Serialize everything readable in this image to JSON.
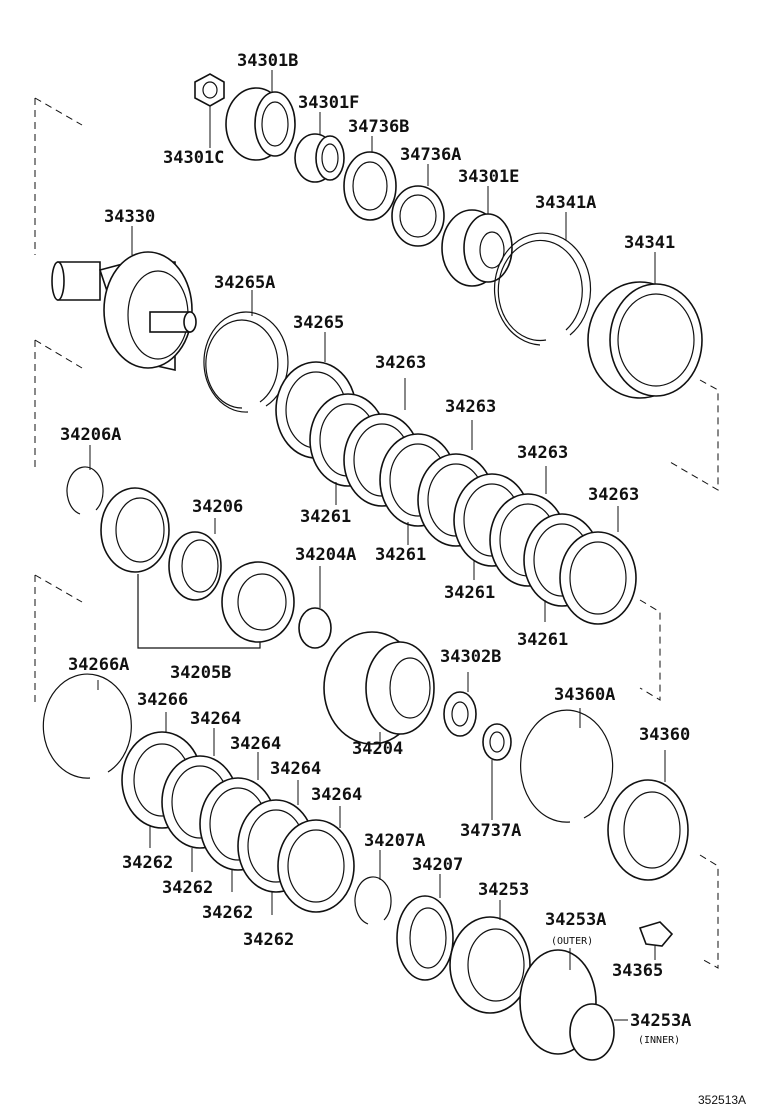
{
  "diagram": {
    "figure_id": "352513A",
    "parts": [
      {
        "id": "p34301B",
        "number": "34301B"
      },
      {
        "id": "p34301F",
        "number": "34301F"
      },
      {
        "id": "p34301C",
        "number": "34301C"
      },
      {
        "id": "p34736B",
        "number": "34736B"
      },
      {
        "id": "p34736A",
        "number": "34736A"
      },
      {
        "id": "p34301E",
        "number": "34301E"
      },
      {
        "id": "p34330",
        "number": "34330"
      },
      {
        "id": "p34341A",
        "number": "34341A"
      },
      {
        "id": "p34341",
        "number": "34341"
      },
      {
        "id": "p34265A",
        "number": "34265A"
      },
      {
        "id": "p34265",
        "number": "34265"
      },
      {
        "id": "p34263a",
        "number": "34263"
      },
      {
        "id": "p34263b",
        "number": "34263"
      },
      {
        "id": "p34263c",
        "number": "34263"
      },
      {
        "id": "p34263d",
        "number": "34263"
      },
      {
        "id": "p34206A",
        "number": "34206A"
      },
      {
        "id": "p34206",
        "number": "34206"
      },
      {
        "id": "p34261a",
        "number": "34261"
      },
      {
        "id": "p34261b",
        "number": "34261"
      },
      {
        "id": "p34261c",
        "number": "34261"
      },
      {
        "id": "p34261d",
        "number": "34261"
      },
      {
        "id": "p34204A",
        "number": "34204A"
      },
      {
        "id": "p34205B",
        "number": "34205B"
      },
      {
        "id": "p34266A",
        "number": "34266A"
      },
      {
        "id": "p34302B",
        "number": "34302B"
      },
      {
        "id": "p34360A",
        "number": "34360A"
      },
      {
        "id": "p34266",
        "number": "34266"
      },
      {
        "id": "p34264a",
        "number": "34264"
      },
      {
        "id": "p34264b",
        "number": "34264"
      },
      {
        "id": "p34264c",
        "number": "34264"
      },
      {
        "id": "p34264d",
        "number": "34264"
      },
      {
        "id": "p34204",
        "number": "34204"
      },
      {
        "id": "p34360",
        "number": "34360"
      },
      {
        "id": "p34737A",
        "number": "34737A"
      },
      {
        "id": "p34262a",
        "number": "34262"
      },
      {
        "id": "p34262b",
        "number": "34262"
      },
      {
        "id": "p34262c",
        "number": "34262"
      },
      {
        "id": "p34262d",
        "number": "34262"
      },
      {
        "id": "p34207A",
        "number": "34207A"
      },
      {
        "id": "p34207",
        "number": "34207"
      },
      {
        "id": "p34253",
        "number": "34253"
      },
      {
        "id": "p34253Aouter",
        "number": "34253A",
        "note": "(OUTER)"
      },
      {
        "id": "p34365",
        "number": "34365"
      },
      {
        "id": "p34253Ainner",
        "number": "34253A",
        "note": "(INNER)"
      }
    ]
  }
}
